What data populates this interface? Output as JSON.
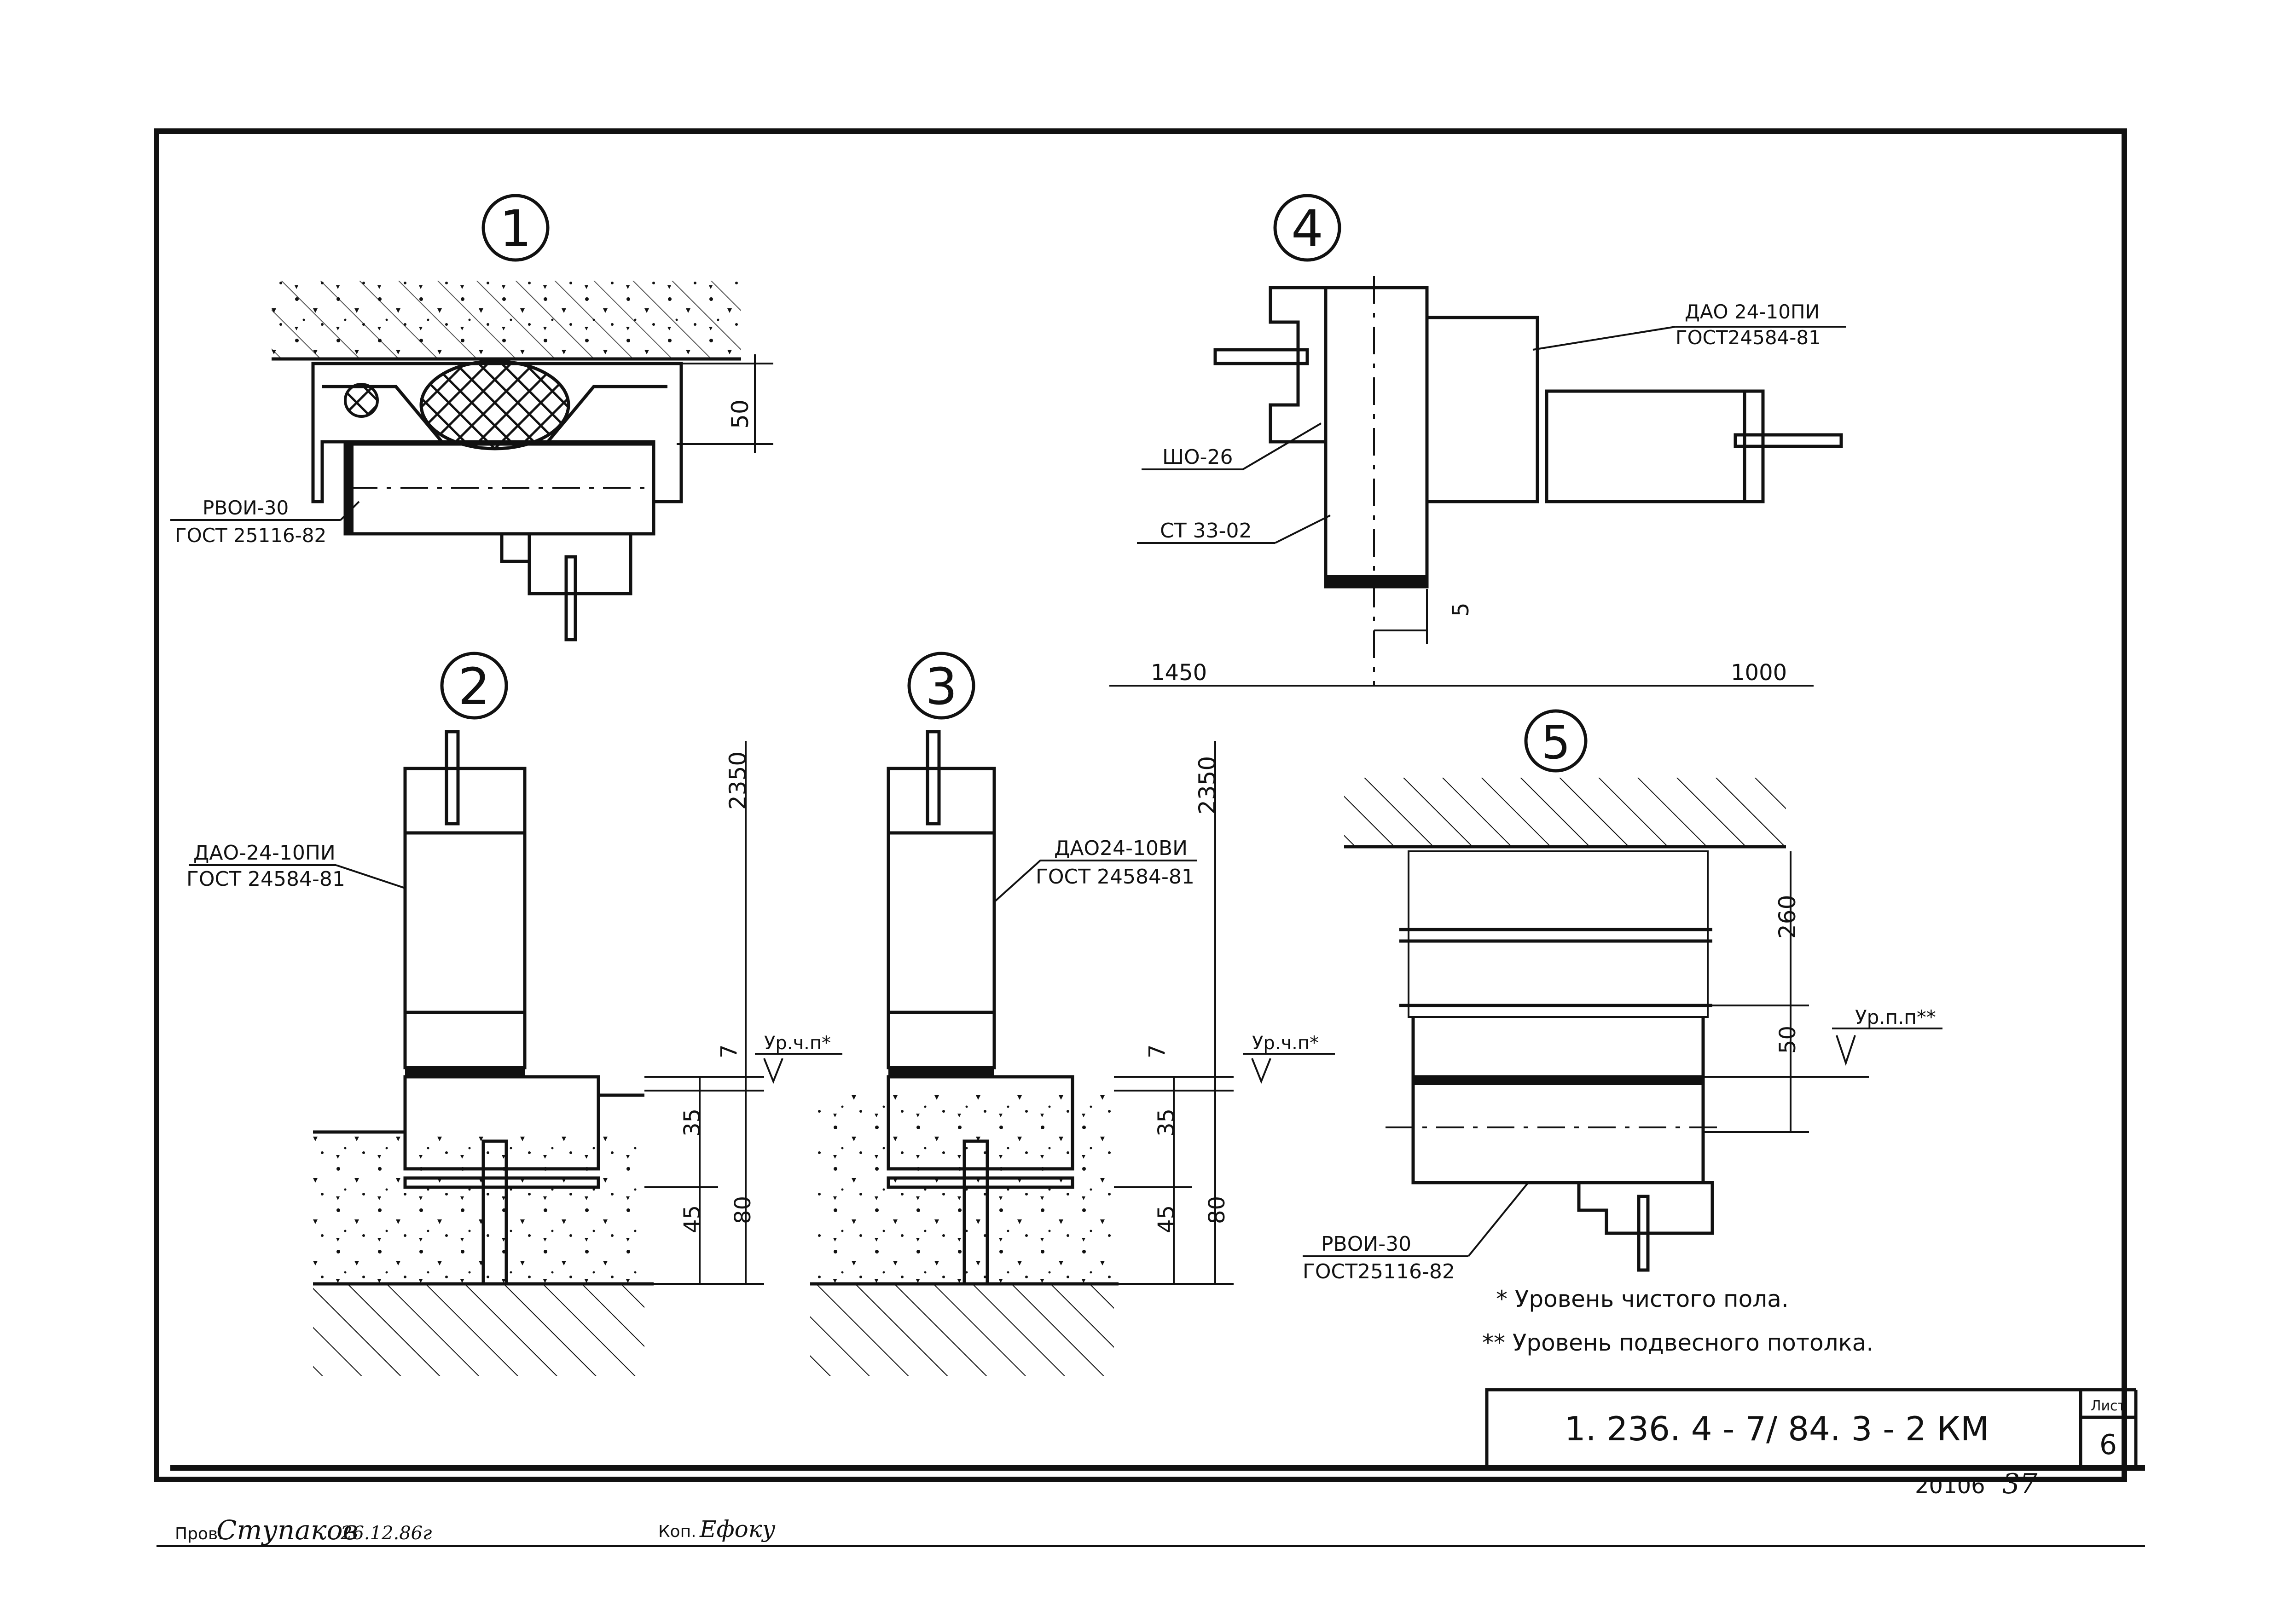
{
  "sheet": {
    "code": "1. 236. 4 - 7/ 84. 3 - 2 КМ",
    "sheet_label": "Лист",
    "sheet_number": "6",
    "archive_number": "20106",
    "page_number": "37",
    "checked_label": "Пров.",
    "checked_signature": "Ступаков",
    "checked_date": "26.12.86г",
    "copy_label": "Коп.",
    "copy_signature": "Ефоку"
  },
  "details": {
    "d1": {
      "number": "1",
      "profile": "РВОИ-30",
      "standard": "ГОСТ 25116-82",
      "dim": "50"
    },
    "d2": {
      "number": "2",
      "profile": "ДАО-24-10ПИ",
      "standard": "ГОСТ 24584-81",
      "dim_top": "2350",
      "dim_7": "7",
      "dim_35": "35",
      "dim_45": "45",
      "dim_80": "80",
      "level": "Ур.ч.п*"
    },
    "d3": {
      "number": "3",
      "profile": "ДАО24-10ВИ",
      "standard": "ГОСТ 24584-81",
      "dim_top": "2350",
      "dim_7": "7",
      "dim_35": "35",
      "dim_45": "45",
      "dim_80": "80",
      "level": "Ур.ч.п*"
    },
    "d4": {
      "number": "4",
      "profile": "ДАО 24-10ПИ",
      "standard": "ГОСТ24584-81",
      "mark_a": "ШО-26",
      "mark_b": "СТ 33-02",
      "dim_5": "5",
      "dim_left": "1450",
      "dim_right": "1000"
    },
    "d5": {
      "number": "5",
      "profile": "РВОИ-30",
      "standard": "ГОСТ25116-82",
      "dim_260": "260",
      "dim_50": "50",
      "level": "Ур.п.п**"
    }
  },
  "notes": {
    "note1": "* Уровень чистого пола.",
    "note2": "** Уровень подвесного потолка."
  }
}
